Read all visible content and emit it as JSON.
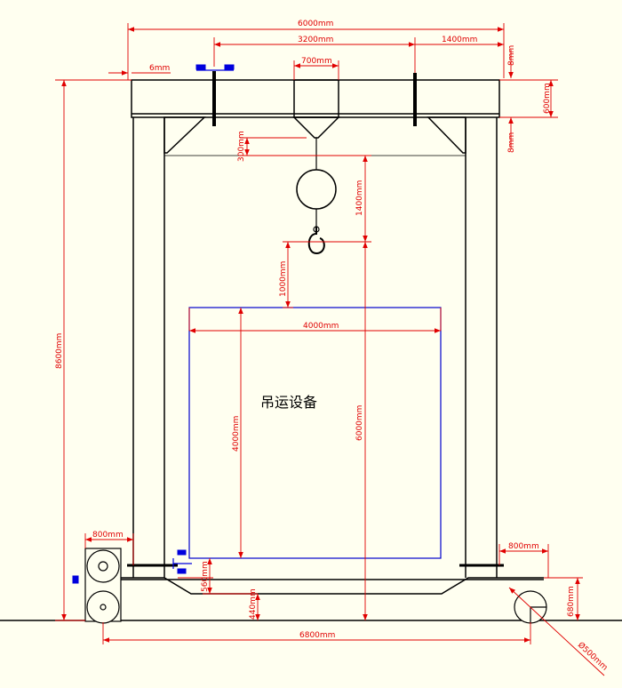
{
  "colors": {
    "background": "#fffff0",
    "structure": "#000000",
    "dimension": "#e00000",
    "equipment": "#0000cc",
    "marker": "#0000dd"
  },
  "dimensions": {
    "total_width": "6000mm",
    "span_center": "3200mm",
    "span_right": "1400mm",
    "plate_gap": "6mm",
    "trolley_width": "700mm",
    "top_gap": "8mm",
    "beam_height": "600mm",
    "beam_gap": "8mm",
    "hook_top": "300mm",
    "hook_drop": "1400mm",
    "hook_clearance": "1000mm",
    "equip_width": "4000mm",
    "equip_height": "4000mm",
    "lift_height": "6000mm",
    "total_height": "8600mm",
    "leg_left": "800mm",
    "leg_right": "800mm",
    "base_height": "560mm",
    "ground_clear": "440mm",
    "wheel_height": "680mm",
    "base_span": "6800mm",
    "wheel_diameter": "Ø500mm"
  },
  "labels": {
    "equipment": "吊运设备"
  }
}
